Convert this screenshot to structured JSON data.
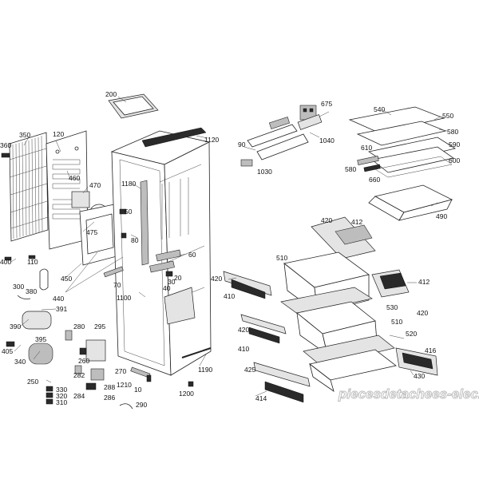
{
  "watermark": "piecesdetachees-elec.com",
  "parts": [
    {
      "id": "p200",
      "text": "200"
    },
    {
      "id": "p120",
      "text": "120"
    },
    {
      "id": "p350",
      "text": "350"
    },
    {
      "id": "p360",
      "text": "360"
    },
    {
      "id": "p460",
      "text": "460"
    },
    {
      "id": "p470",
      "text": "470"
    },
    {
      "id": "p475",
      "text": "475"
    },
    {
      "id": "p400",
      "text": "400"
    },
    {
      "id": "p110",
      "text": "110"
    },
    {
      "id": "p450",
      "text": "450"
    },
    {
      "id": "p300",
      "text": "300"
    },
    {
      "id": "p380",
      "text": "380"
    },
    {
      "id": "p440",
      "text": "440"
    },
    {
      "id": "p391",
      "text": "391"
    },
    {
      "id": "p390",
      "text": "390"
    },
    {
      "id": "p395",
      "text": "395"
    },
    {
      "id": "p405",
      "text": "405"
    },
    {
      "id": "p340",
      "text": "340"
    },
    {
      "id": "p250",
      "text": "250"
    },
    {
      "id": "p330",
      "text": "330"
    },
    {
      "id": "p320",
      "text": "320"
    },
    {
      "id": "p310",
      "text": "310"
    },
    {
      "id": "p280",
      "text": "280"
    },
    {
      "id": "p295",
      "text": "295"
    },
    {
      "id": "p260",
      "text": "260"
    },
    {
      "id": "p282",
      "text": "282"
    },
    {
      "id": "p284",
      "text": "284"
    },
    {
      "id": "p288",
      "text": "288"
    },
    {
      "id": "p286",
      "text": "286"
    },
    {
      "id": "p270",
      "text": "270"
    },
    {
      "id": "p1210",
      "text": "1210"
    },
    {
      "id": "p10",
      "text": "10"
    },
    {
      "id": "p290",
      "text": "290"
    },
    {
      "id": "p1120",
      "text": "1120"
    },
    {
      "id": "p1180",
      "text": "1180"
    },
    {
      "id": "p50",
      "text": "50"
    },
    {
      "id": "p80",
      "text": "80"
    },
    {
      "id": "p60",
      "text": "60"
    },
    {
      "id": "p20",
      "text": "20"
    },
    {
      "id": "p30",
      "text": "30"
    },
    {
      "id": "p40",
      "text": "40"
    },
    {
      "id": "p70",
      "text": "70"
    },
    {
      "id": "p1100",
      "text": "1100"
    },
    {
      "id": "p1190",
      "text": "1190"
    },
    {
      "id": "p1200",
      "text": "1200"
    },
    {
      "id": "p675",
      "text": "675"
    },
    {
      "id": "p90",
      "text": "90"
    },
    {
      "id": "p1040",
      "text": "1040"
    },
    {
      "id": "p1030",
      "text": "1030"
    },
    {
      "id": "p540",
      "text": "540"
    },
    {
      "id": "p550",
      "text": "550"
    },
    {
      "id": "p580a",
      "text": "580"
    },
    {
      "id": "p590",
      "text": "590"
    },
    {
      "id": "p610",
      "text": "610"
    },
    {
      "id": "p600",
      "text": "600"
    },
    {
      "id": "p580b",
      "text": "580"
    },
    {
      "id": "p660",
      "text": "660"
    },
    {
      "id": "p490",
      "text": "490"
    },
    {
      "id": "p420a",
      "text": "420"
    },
    {
      "id": "p412a",
      "text": "412"
    },
    {
      "id": "p510a",
      "text": "510"
    },
    {
      "id": "p420b",
      "text": "420"
    },
    {
      "id": "p410a",
      "text": "410"
    },
    {
      "id": "p412b",
      "text": "412"
    },
    {
      "id": "p530",
      "text": "530"
    },
    {
      "id": "p420c",
      "text": "420"
    },
    {
      "id": "p510b",
      "text": "510"
    },
    {
      "id": "p420d",
      "text": "420"
    },
    {
      "id": "p520",
      "text": "520"
    },
    {
      "id": "p410b",
      "text": "410"
    },
    {
      "id": "p416",
      "text": "416"
    },
    {
      "id": "p425",
      "text": "425"
    },
    {
      "id": "p430",
      "text": "430"
    },
    {
      "id": "p414",
      "text": "414"
    }
  ]
}
